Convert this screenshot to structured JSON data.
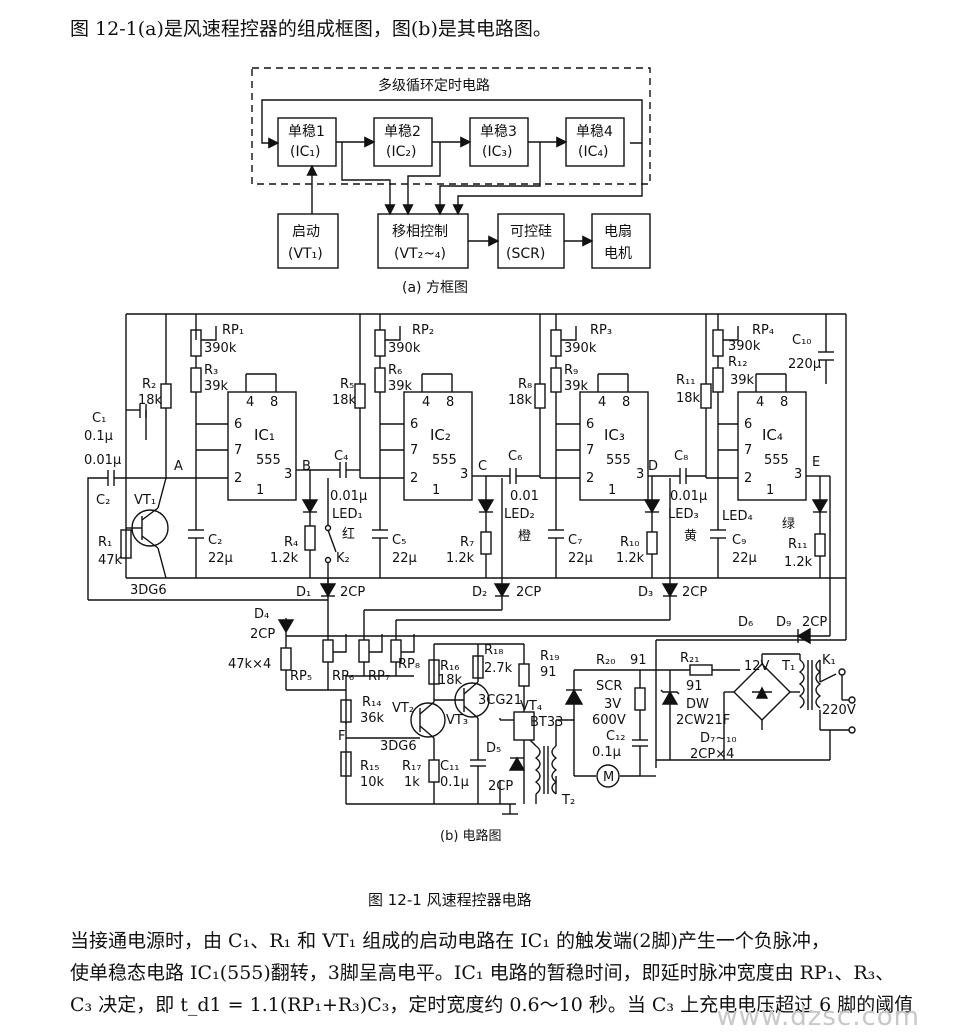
{
  "intro": "图 12-1(a)是风速程控器的组成框图，图(b)是其电路图。",
  "block_diagram": {
    "group_title": "多级循环定时电路",
    "blocks": [
      {
        "id": "ms1",
        "line1": "单稳1",
        "line2": "(IC₁)"
      },
      {
        "id": "ms2",
        "line1": "单稳2",
        "line2": "(IC₂)"
      },
      {
        "id": "ms3",
        "line1": "单稳3",
        "line2": "(IC₃)"
      },
      {
        "id": "ms4",
        "line1": "单稳4",
        "line2": "(IC₄)"
      },
      {
        "id": "start",
        "line1": "启动",
        "line2": "(VT₁)"
      },
      {
        "id": "phase",
        "line1": "移相控制",
        "line2": "(VT₂~₄)"
      },
      {
        "id": "scr",
        "line1": "可控硅",
        "line2": "(SCR)"
      },
      {
        "id": "fan",
        "line1": "电扇",
        "line2": "电机"
      }
    ],
    "caption": "(a) 方框图"
  },
  "circuit": {
    "caption": "(b) 电路图",
    "ic_pins": {
      "p4": "4",
      "p8": "8",
      "p6": "6",
      "p7": "7",
      "p2": "2",
      "p1": "1",
      "p3": "3",
      "chip": "555"
    },
    "ics": [
      "IC₁",
      "IC₂",
      "IC₃",
      "IC₄"
    ],
    "labels": {
      "rp1": "RP₁",
      "rp1v": "390k",
      "r3": "R₃",
      "r3v": "39k",
      "r2": "R₂",
      "r2v": "18k",
      "c1": "C₁",
      "c1v": "0.1μ",
      "c2v": "0.01μ",
      "c2": "C₂",
      "nodeA": "A",
      "vt1": "VT₁",
      "r1": "R₁",
      "r1v": "47k",
      "vt1t": "3DG6",
      "c2b": "C₂",
      "c2bv": "22μ",
      "nodeB": "B",
      "r4": "R₄",
      "r4v": "1.2k",
      "c4": "C₄",
      "c4v": "0.01μ",
      "led1": "LED₁",
      "red": "红",
      "k2": "K₂",
      "rp2": "RP₂",
      "rp2v": "390k",
      "r5": "R₅",
      "r5v": "18k",
      "r6": "R₆",
      "r6v": "39k",
      "c5": "C₅",
      "c5v": "22μ",
      "nodeC": "C",
      "c6": "C₆",
      "c6v": "0.01",
      "led2": "LED₂",
      "orange": "橙",
      "r7": "R₇",
      "r7v": "1.2k",
      "rp3": "RP₃",
      "rp3v": "390k",
      "r8": "R₈",
      "r8v": "18k",
      "r9": "R₉",
      "r9v": "39k",
      "c7": "C₇",
      "c7v": "22μ",
      "nodeD": "D",
      "c8": "C₈",
      "c8v": "0.01μ",
      "led3": "LED₃",
      "yellow": "黄",
      "r10": "R₁₀",
      "r10v": "1.2k",
      "rp4": "RP₄",
      "rp4v": "390k",
      "r11": "R₁₁",
      "r11v": "18k",
      "r12": "R₁₂",
      "r12v": "39k",
      "c9": "C₉",
      "c9v": "22μ",
      "c10": "C₁₀",
      "c10v": "220μ",
      "nodeE": "E",
      "led4": "LED₄",
      "green": "绿",
      "r11b": "R₁₁",
      "r11bv": "1.2k",
      "d1": "D₁",
      "d2": "D₂",
      "d3": "D₃",
      "cp": "2CP",
      "d4": "D₄",
      "d6": "D₆",
      "d9": "D₉",
      "rpx4": "47k×4",
      "rp5": "RP₅",
      "rp6": "RP₆",
      "rp7": "RP₇",
      "rp8": "RP₈",
      "r14": "R₁₄",
      "r14v": "36k",
      "nodeF": "F",
      "vt2": "VT₂",
      "vt2t": "3DG6",
      "r15": "R₁₅",
      "r15v": "10k",
      "r17": "R₁₇",
      "r17v": "1k",
      "r16": "R₁₆",
      "r16v": "18k",
      "r18": "R₁₈",
      "r18v": "2.7k",
      "vt3": "VT₃",
      "vt3t": "3CG21",
      "c11": "C₁₁",
      "c11v": "0.1μ",
      "r19": "R₁₉",
      "r19v": "91",
      "vt4": "VT₄",
      "bt33": "BT33",
      "d5": "D₅",
      "t2": "T₂",
      "r20": "R₂₀",
      "r20v": "91",
      "scr": "SCR",
      "scrv": "3V",
      "scrv2": "600V",
      "c12": "C₁₂",
      "c12v": "0.1μ",
      "motor": "M",
      "r21": "R₂₁",
      "r21v": "91",
      "dw": "DW",
      "dwt": "2CW21F",
      "d710": "D₇~₁₀",
      "d710t": "2CP×4",
      "v12": "12V",
      "t1": "T₁",
      "k1": "K₁",
      "v220": "220V"
    }
  },
  "figure_caption": "图 12-1    风速程控器电路",
  "body_text": [
    "当接通电源时，由 C₁、R₁ 和 VT₁ 组成的启动电路在 IC₁ 的触发端(2脚)产生一个负脉冲，",
    "使单稳态电路 IC₁(555)翻转，3脚呈高电平。IC₁ 电路的暂稳时间，即延时脉冲宽度由 RP₁、R₃、",
    "C₃ 决定，即 t_d1 = 1.1(RP₁+R₃)C₃，定时宽度约 0.6～10 秒。当 C₃ 上充电电压超过 6 脚的阈值"
  ],
  "watermark": "www.dzsc.com"
}
